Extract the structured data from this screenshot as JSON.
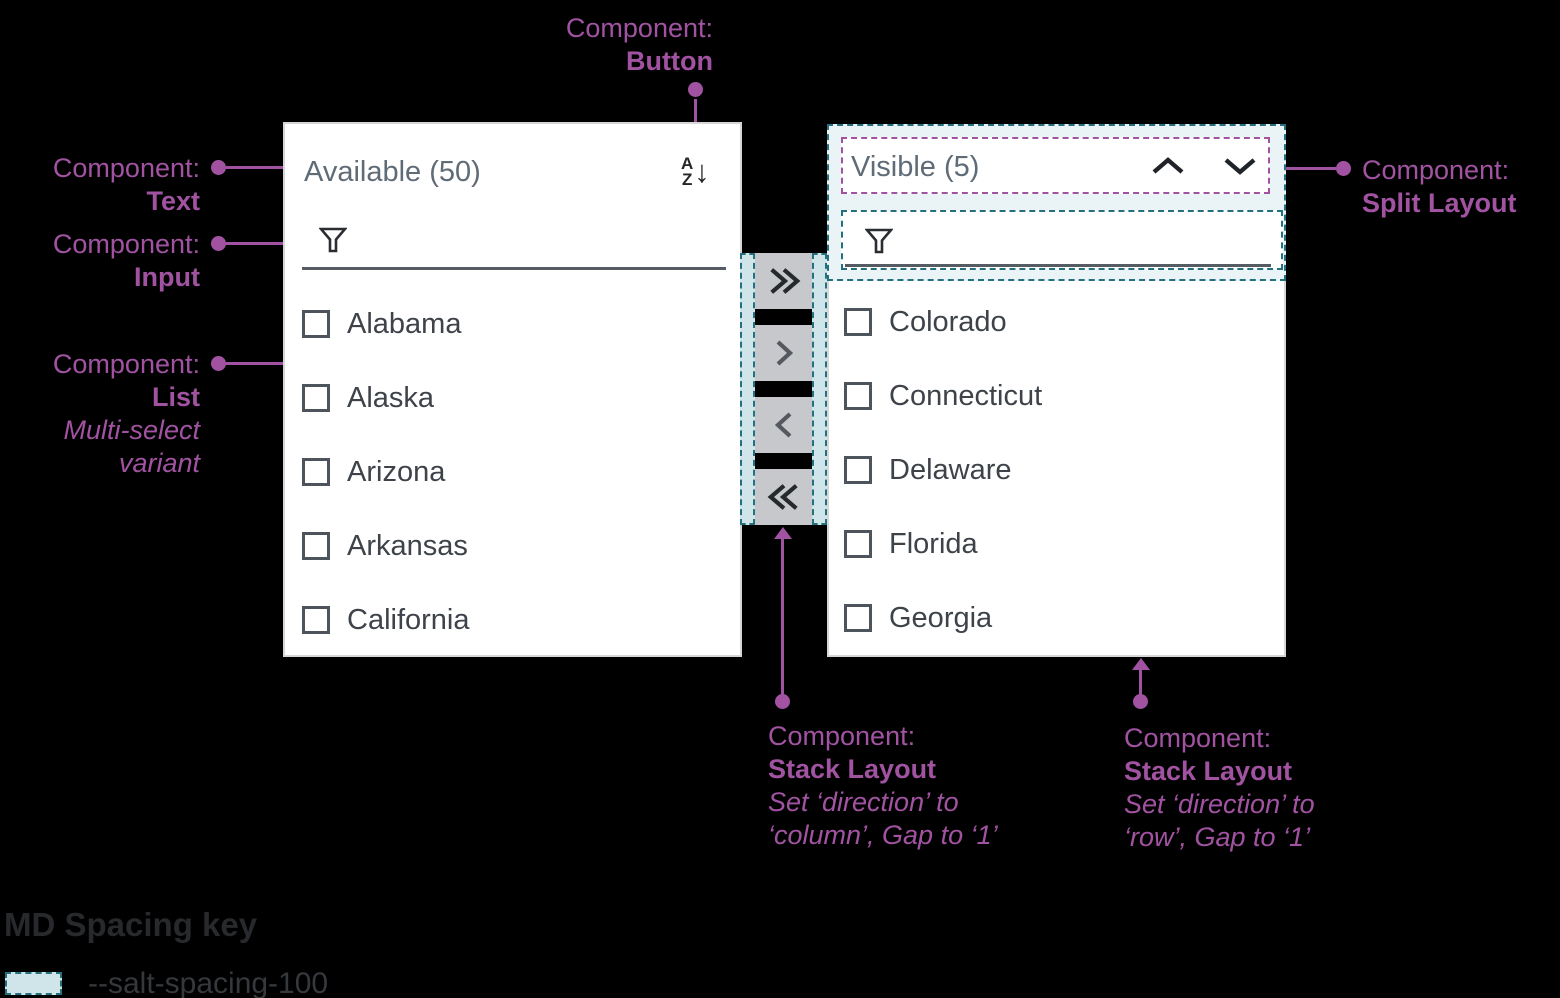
{
  "annotations": {
    "button": {
      "prefix": "Component:",
      "label": "Button"
    },
    "text": {
      "prefix": "Component:",
      "label": "Text"
    },
    "input": {
      "prefix": "Component:",
      "label": "Input"
    },
    "list": {
      "prefix": "Component:",
      "label": "List",
      "note1": "Multi-select",
      "note2": "variant"
    },
    "split": {
      "prefix": "Component:",
      "label": "Split Layout"
    },
    "stack_column": {
      "prefix": "Component:",
      "label": "Stack Layout",
      "note1": "Set ‘direction’ to",
      "note2": "‘column’, Gap to ‘1’"
    },
    "stack_row": {
      "prefix": "Component:",
      "label": "Stack Layout",
      "note1": "Set ‘direction’ to",
      "note2": "‘row’, Gap to ‘1’"
    }
  },
  "left_panel": {
    "title": "Available (50)",
    "sort_button": {
      "icon": "sort-az-icon",
      "letter_top": "A",
      "letter_bottom": "Z",
      "arrow": "↓"
    },
    "filter": {
      "icon": "filter-funnel-icon",
      "value": "",
      "placeholder": ""
    },
    "items": [
      {
        "label": "Alabama",
        "checked": false
      },
      {
        "label": "Alaska",
        "checked": false
      },
      {
        "label": "Arizona",
        "checked": false
      },
      {
        "label": "Arkansas",
        "checked": false
      },
      {
        "label": "California",
        "checked": false
      }
    ]
  },
  "right_panel": {
    "title": "Visible (5)",
    "reorder_buttons": [
      {
        "icon": "chevron-up-icon"
      },
      {
        "icon": "chevron-down-icon"
      }
    ],
    "filter": {
      "icon": "filter-funnel-icon",
      "value": "",
      "placeholder": ""
    },
    "items": [
      {
        "label": "Colorado",
        "checked": false
      },
      {
        "label": "Connecticut",
        "checked": false
      },
      {
        "label": "Delaware",
        "checked": false
      },
      {
        "label": "Florida",
        "checked": false
      },
      {
        "label": "Georgia",
        "checked": false
      }
    ]
  },
  "transfer_buttons": [
    {
      "icon": "double-chevron-right-icon",
      "action": "move-all-right"
    },
    {
      "icon": "chevron-right-icon",
      "action": "move-selected-right"
    },
    {
      "icon": "chevron-left-icon",
      "action": "move-selected-left"
    },
    {
      "icon": "double-chevron-left-icon",
      "action": "move-all-left"
    }
  ],
  "spacing_key": {
    "title": "MD Spacing key",
    "token": "--salt-spacing-100"
  },
  "colors": {
    "annotation_purple": "#a153a2",
    "spacing_teal_border": "#24707f",
    "spacing_teal_fill": "#cfe5e9",
    "overlay_fill": "#eaf3f5",
    "button_gray": "#c6c8cb",
    "panel_border": "#d6d6d6",
    "title_gray": "#5f6b76",
    "item_text": "#3e434a",
    "background": "#000000"
  }
}
